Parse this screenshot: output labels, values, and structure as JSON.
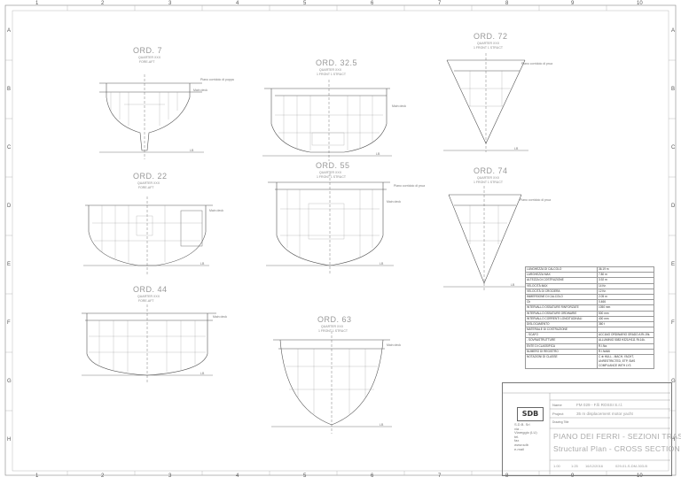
{
  "border": {
    "columns": [
      "1",
      "2",
      "3",
      "4",
      "5",
      "6",
      "7",
      "8",
      "9",
      "10"
    ],
    "rows": [
      "A",
      "B",
      "C",
      "D",
      "E",
      "F",
      "G",
      "H"
    ]
  },
  "sections": {
    "ord7": {
      "title": "ORD. 7",
      "sub1": "QUARTER XXX",
      "sub2": "FORE-AFT",
      "note_deck": "Piano corridoio di poppa",
      "note_main": "Main deck",
      "ll": "LB"
    },
    "ord325": {
      "title": "ORD. 32.5",
      "sub1": "QUARTER XXX",
      "sub2": "1 FRONT 1 STRUCT",
      "note_main": "Main deck",
      "ll": "LB"
    },
    "ord72": {
      "title": "ORD. 72",
      "sub1": "QUARTER XXX",
      "sub2": "1 FRONT 1 STRUCT",
      "note_deck": "Piano corridoio di prua",
      "ll": "LB"
    },
    "ord22": {
      "title": "ORD. 22",
      "sub1": "QUARTER XXX",
      "sub2": "FORE-AFT",
      "note_main": "Main deck",
      "ll": "LB"
    },
    "ord55": {
      "title": "ORD. 55",
      "sub1": "QUARTER XXX",
      "sub2": "1 FRONT 1 STRUCT",
      "note_deck": "Piano corridoio di prua",
      "note_main": "Main deck",
      "ll": "LB"
    },
    "ord74": {
      "title": "ORD. 74",
      "sub1": "QUARTER XXX",
      "sub2": "1 FRONT 1 STRUCT",
      "note_deck": "Piano corridoio di prua",
      "ll": "LB"
    },
    "ord44": {
      "title": "ORD. 44",
      "sub1": "QUARTER XXX",
      "sub2": "FORE-AFT",
      "note_main": "Main deck",
      "ll": "LB"
    },
    "ord63": {
      "title": "ORD. 63",
      "sub1": "QUARTER XXX",
      "sub2": "1 FRONT 1 STRUCT",
      "note_main": "Main deck",
      "ll": "LB"
    }
  },
  "spec": [
    {
      "k": "LUNGHEZZA DI CALCOLO",
      "v": "36.19 m"
    },
    {
      "k": "LARGHEZZA MAX",
      "v": "7.80 m"
    },
    {
      "k": "ALTEZZA DI COSTRUZIONE",
      "v": "3.92 m"
    },
    {
      "k": "VELOCITÀ MAX",
      "v": "14 Kn"
    },
    {
      "k": "VELOCITÀ DI CROCIERA",
      "v": "12 Kn"
    },
    {
      "k": "IMMERSIONE DI CALCOLO",
      "v": "2.05 m"
    },
    {
      "k": "Cb",
      "v": "0.466"
    },
    {
      "k": "INTERVALLO OSSATURE RINFORZATE",
      "v": "1050 mm"
    },
    {
      "k": "INTERVALLO OSSATURE ORDINARIE",
      "v": "500 mm"
    },
    {
      "k": "INTERVALLO CORRENTI LONGITUDINALI",
      "v": "400 mm"
    },
    {
      "k": "DISLOCAMENTO",
      "v": "360 t"
    },
    {
      "k": "MATERIALE DI COSTRUZIONE",
      "v": ""
    },
    {
      "k": "- SCAFO",
      "v": "ACCIAIO ORDINARIO GRADO A Rt.19k."
    },
    {
      "k": "- SOVRASTRUTTURE",
      "v": "ALLUMINIO 5083 H321/H111 Rt.14k."
    },
    {
      "k": "ENTE DI CLASSIFICA",
      "v": "R.I.Na."
    },
    {
      "k": "NUMERO DI REGISTRO",
      "v": "R.I.NA66"
    },
    {
      "k": "NOTAZIONI DI CLASSE",
      "v": "C ✠ HULL - MACH, YACHT, UNRESTRICTED, ETP, SMS COMPLIANCE WITH LY3"
    }
  ],
  "titleblock": {
    "logo": "SDB",
    "name_label": "Name",
    "name_value": "FM 029 - F.lli ROSSI S.r.l.",
    "project_label": "Project",
    "project_value": "35 m displacement motor yacht",
    "drawing_label": "Drawing Title",
    "title_it": "PIANO DEI FERRI - SEZIONI TRASV.",
    "title_en": "Structural Plan - CROSS SECTION",
    "rev": "1.00",
    "scale": "1:25",
    "date": "16/12/2016",
    "drawing_no": "029-01-S-DM-303-B",
    "company_lines": [
      "S.D.B. Srl",
      "via ...",
      "Viareggio (LU)",
      "tel.",
      "fax",
      "www.sdb",
      "e-mail"
    ]
  }
}
